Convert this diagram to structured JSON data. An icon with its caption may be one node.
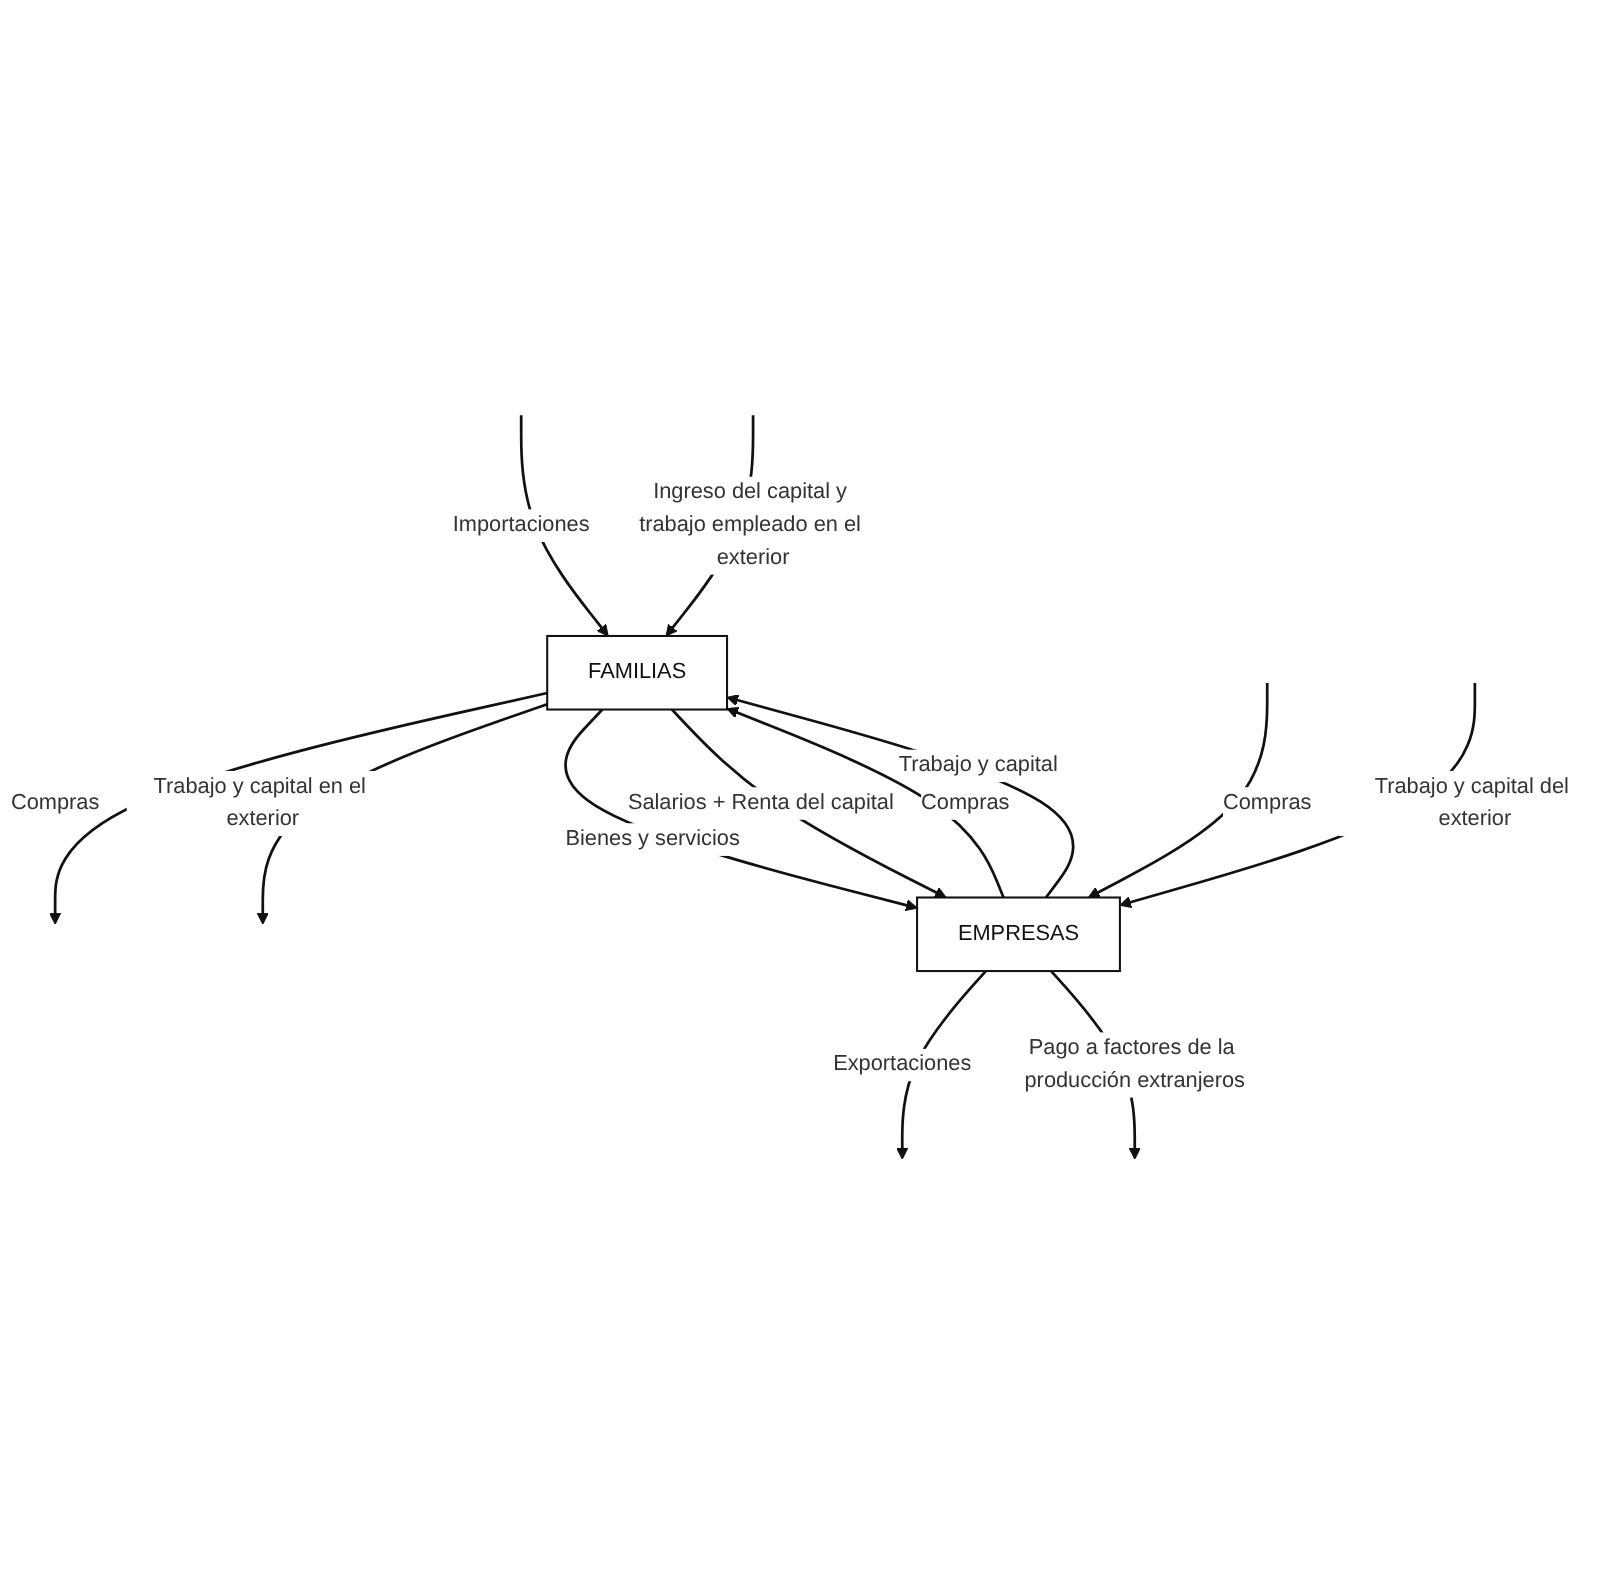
{
  "diagram": {
    "nodes": [
      {
        "text": [
          "FAMILIAS"
        ]
      },
      {
        "text": [
          "EMPRESAS"
        ]
      }
    ],
    "edges": [
      {
        "from": 0,
        "to": null,
        "arrow": "to",
        "label": "Compras"
      },
      {
        "from": null,
        "to": 0,
        "arrow": "to",
        "label": "Importaciones"
      },
      {
        "from": 0,
        "to": null,
        "arrow": "to",
        "label": "Trabajo y capital en el exterior"
      },
      {
        "from": null,
        "to": 0,
        "arrow": "to",
        "label": "Ingreso del capital y trabajo empleado en el exterior"
      },
      {
        "from": 1,
        "to": 0,
        "arrow": "to",
        "label": "Compras"
      },
      {
        "from": 0,
        "to": 1,
        "arrow": "to",
        "label": "Bienes y servicios"
      },
      {
        "from": 1,
        "to": 0,
        "arrow": "to",
        "label": "Trabajo y capital"
      },
      {
        "from": 0,
        "to": 1,
        "arrow": "to",
        "label": "Salarios + Renta del capital"
      },
      {
        "from": 1,
        "to": null,
        "arrow": "to",
        "label": "Exportaciones"
      },
      {
        "from": null,
        "to": 1,
        "arrow": "to",
        "label": "Compras"
      },
      {
        "from": null,
        "to": 1,
        "arrow": "to",
        "label": "Trabajo y capital del exterior"
      },
      {
        "from": 1,
        "to": null,
        "arrow": "to",
        "label": "Pago a factores de la producción extranjeros"
      }
    ]
  }
}
